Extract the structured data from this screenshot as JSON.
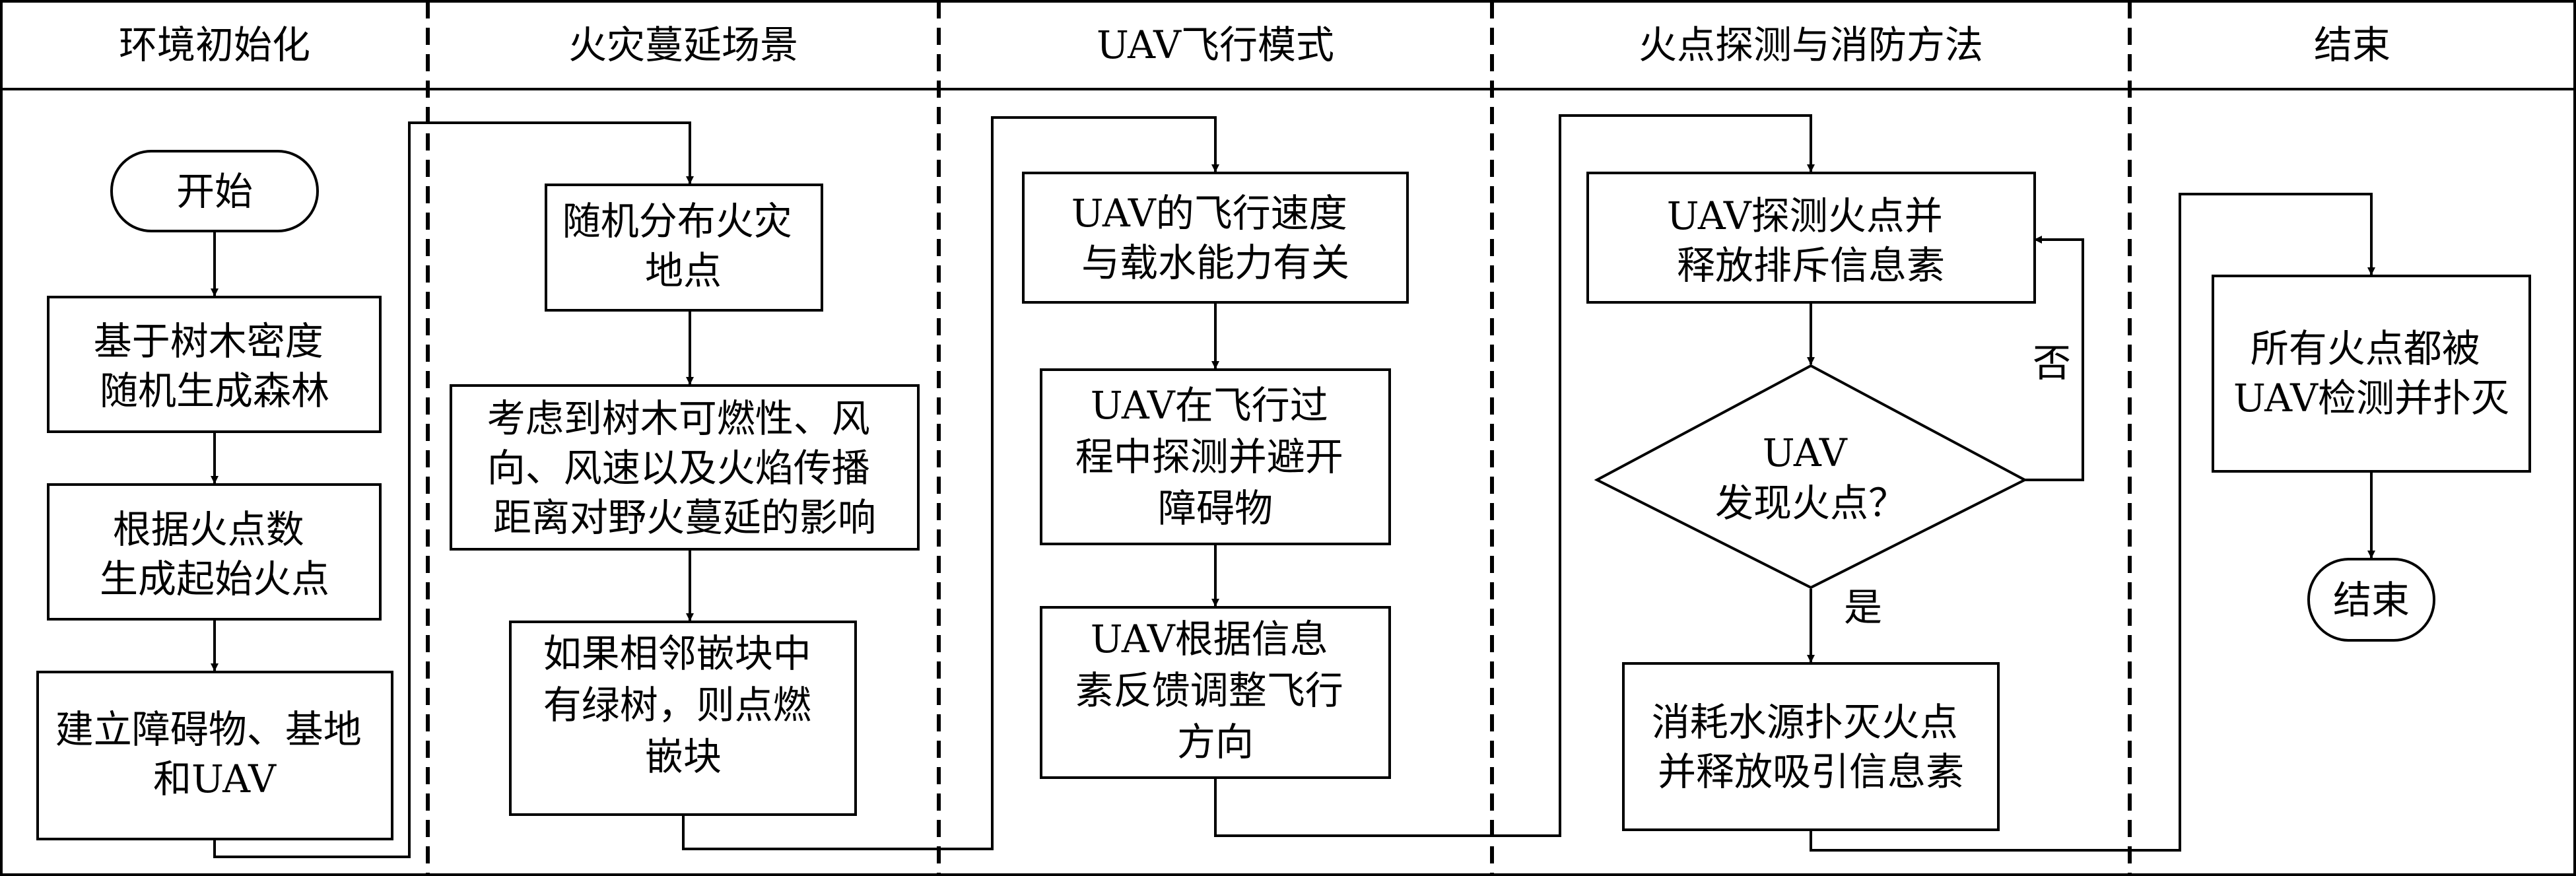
{
  "lanes": [
    {
      "id": "env",
      "title": "环境初始化"
    },
    {
      "id": "fire",
      "title": "火灾蔓延场景"
    },
    {
      "id": "uav",
      "title": "UAV飞行模式"
    },
    {
      "id": "detect",
      "title": "火点探测与消防方法"
    },
    {
      "id": "end",
      "title": "结束"
    }
  ],
  "nodes": {
    "start": {
      "lines": [
        "开始"
      ],
      "shape": "terminal"
    },
    "gen_forest": {
      "lines": [
        "基于树木密度",
        "随机生成森林"
      ],
      "shape": "process"
    },
    "gen_ignition": {
      "lines": [
        "根据火点数",
        "生成起始火点"
      ],
      "shape": "process"
    },
    "build_obstacles": {
      "lines": [
        "建立障碍物、基地",
        "和UAV"
      ],
      "shape": "process"
    },
    "random_fire": {
      "lines": [
        "随机分布火灾",
        "地点"
      ],
      "shape": "process"
    },
    "spread_factors": {
      "lines": [
        "考虑到树木可燃性、风",
        "向、风速以及火焰传播",
        "距离对野火蔓延的影响"
      ],
      "shape": "process"
    },
    "ignite_rule": {
      "lines": [
        "如果相邻嵌块中",
        "有绿树，则点燃",
        "嵌块"
      ],
      "shape": "process"
    },
    "speed_capacity": {
      "lines": [
        "UAV的飞行速度",
        "与载水能力有关"
      ],
      "shape": "process"
    },
    "avoid_obstacles": {
      "lines": [
        "UAV在飞行过",
        "程中探测并避开",
        "障碍物"
      ],
      "shape": "process"
    },
    "adjust_direction": {
      "lines": [
        "UAV根据信息",
        "素反馈调整飞行",
        "方向"
      ],
      "shape": "process"
    },
    "detect_repel": {
      "lines": [
        "UAV探测火点并",
        "释放排斥信息素"
      ],
      "shape": "process"
    },
    "found_fire": {
      "lines": [
        "UAV",
        "发现火点？"
      ],
      "shape": "decision"
    },
    "extinguish": {
      "lines": [
        "消耗水源扑灭火点",
        "并释放吸引信息素"
      ],
      "shape": "process"
    },
    "all_done": {
      "lines": [
        "所有火点都被",
        "UAV检测并扑灭"
      ],
      "shape": "process"
    },
    "end_node": {
      "lines": [
        "结束"
      ],
      "shape": "terminal"
    }
  },
  "edge_labels": {
    "no": "否",
    "yes": "是"
  },
  "edges": [
    {
      "from": "start",
      "to": "gen_forest"
    },
    {
      "from": "gen_forest",
      "to": "gen_ignition"
    },
    {
      "from": "gen_ignition",
      "to": "build_obstacles"
    },
    {
      "from": "build_obstacles",
      "to": "random_fire"
    },
    {
      "from": "random_fire",
      "to": "spread_factors"
    },
    {
      "from": "spread_factors",
      "to": "ignite_rule"
    },
    {
      "from": "ignite_rule",
      "to": "speed_capacity"
    },
    {
      "from": "speed_capacity",
      "to": "avoid_obstacles"
    },
    {
      "from": "avoid_obstacles",
      "to": "adjust_direction"
    },
    {
      "from": "adjust_direction",
      "to": "detect_repel"
    },
    {
      "from": "detect_repel",
      "to": "found_fire"
    },
    {
      "from": "found_fire",
      "to": "detect_repel",
      "label": "no"
    },
    {
      "from": "found_fire",
      "to": "extinguish",
      "label": "yes"
    },
    {
      "from": "extinguish",
      "to": "all_done"
    },
    {
      "from": "all_done",
      "to": "end_node"
    }
  ]
}
